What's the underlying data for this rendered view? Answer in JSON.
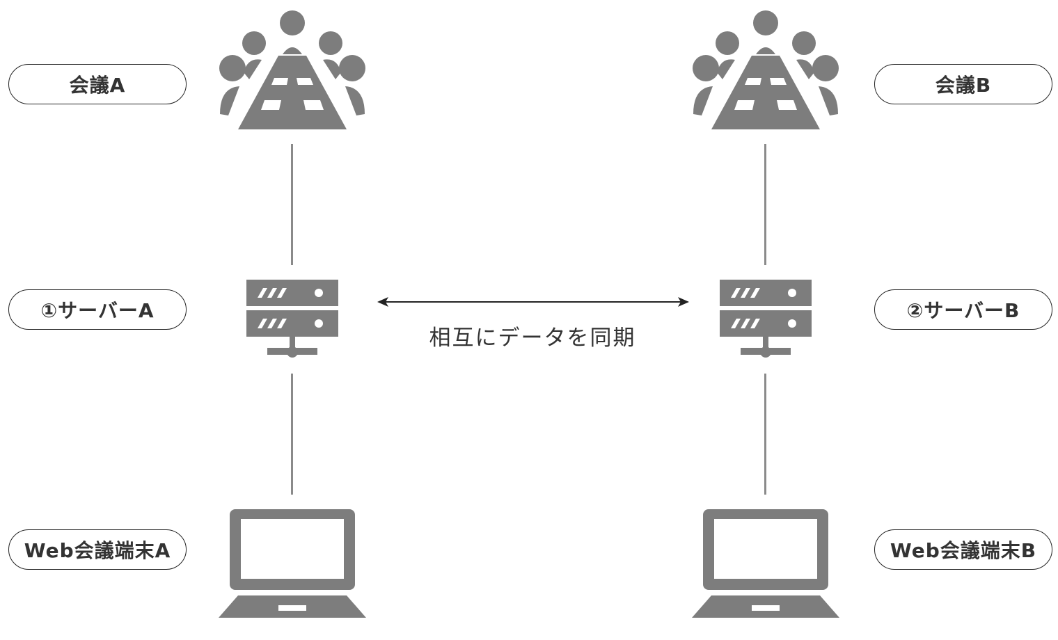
{
  "labels": {
    "meeting_a": "会議A",
    "meeting_b": "会議B",
    "server_a": "①サーバーA",
    "server_b": "②サーバーB",
    "terminal_a": "Web会議端末A",
    "terminal_b": "Web会議端末B"
  },
  "sync_label": "相互にデータを同期",
  "colors": {
    "icon": "#7d7d7d",
    "connector": "#8a8a8a",
    "border": "#222222",
    "text": "#333333"
  },
  "icons": {
    "meeting": "meeting-room-icon",
    "server": "server-icon",
    "terminal": "laptop-icon"
  }
}
